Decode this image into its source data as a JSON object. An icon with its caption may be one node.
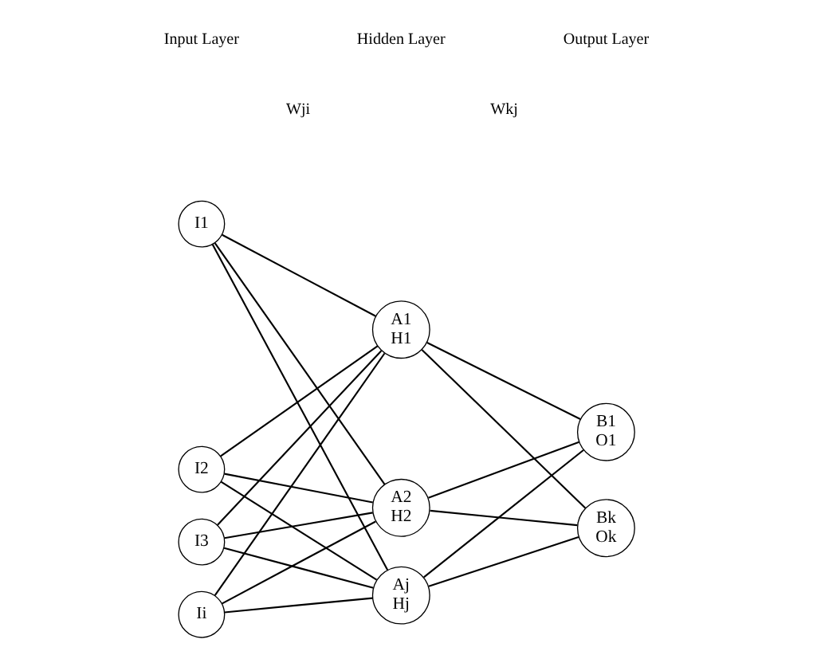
{
  "diagram": {
    "nodes": [
      {
        "text": [
          "I1"
        ]
      },
      {
        "text": [
          "I2"
        ]
      },
      {
        "text": [
          "I3"
        ]
      },
      {
        "text": [
          "Ii"
        ]
      },
      {
        "text": [
          "A1",
          "H1"
        ]
      },
      {
        "text": [
          "A2",
          "H2"
        ]
      },
      {
        "text": [
          "Aj",
          "Hj"
        ]
      },
      {
        "text": [
          "B1",
          "O1"
        ]
      },
      {
        "text": [
          "Bk",
          "Ok"
        ]
      }
    ],
    "edges": [
      {
        "from": 0,
        "to": 4,
        "arrow": "none"
      },
      {
        "from": 0,
        "to": 5,
        "arrow": "none"
      },
      {
        "from": 0,
        "to": 6,
        "arrow": "none"
      },
      {
        "from": 1,
        "to": 4,
        "arrow": "none"
      },
      {
        "from": 1,
        "to": 5,
        "arrow": "none"
      },
      {
        "from": 1,
        "to": 6,
        "arrow": "none"
      },
      {
        "from": 2,
        "to": 4,
        "arrow": "none"
      },
      {
        "from": 2,
        "to": 5,
        "arrow": "none"
      },
      {
        "from": 2,
        "to": 6,
        "arrow": "none"
      },
      {
        "from": 3,
        "to": 4,
        "arrow": "none"
      },
      {
        "from": 3,
        "to": 5,
        "arrow": "none"
      },
      {
        "from": 3,
        "to": 6,
        "arrow": "none"
      },
      {
        "from": 4,
        "to": 7,
        "arrow": "none"
      },
      {
        "from": 4,
        "to": 8,
        "arrow": "none"
      },
      {
        "from": 5,
        "to": 7,
        "arrow": "none"
      },
      {
        "from": 5,
        "to": 8,
        "arrow": "none"
      },
      {
        "from": 6,
        "to": 7,
        "arrow": "none"
      },
      {
        "from": 6,
        "to": 8,
        "arrow": "none"
      }
    ],
    "labels": [
      "Input Layer",
      "Hidden Layer",
      "Output Layer",
      "Wji",
      "Wkj"
    ]
  }
}
